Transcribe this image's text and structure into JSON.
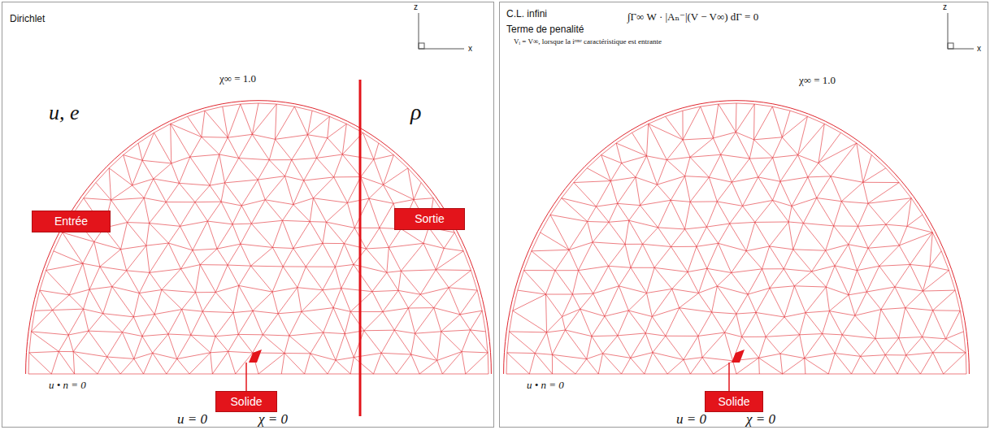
{
  "diagram": {
    "nodes": [
      {
        "text": [
          "Dirichlet"
        ]
      },
      {
        "text": [
          "Entrée"
        ],
        "in": 0
      },
      {
        "text": [
          "Sortie"
        ],
        "in": 0
      },
      {
        "text": [
          "Solide"
        ],
        "in": 0
      },
      {
        "text": [
          "C.L. infini",
          "Terme de penalité"
        ]
      },
      {
        "text": [
          "Solide"
        ],
        "in": 4
      }
    ],
    "labels": [
      "χ∞ = 1.0",
      "u, e",
      "ρ",
      "u • n = 0",
      "u = 0",
      "χ = 0",
      "z",
      "x",
      "∫Γ∞ W · |Aₙ⁻|(V − V∞) dΓ = 0",
      "Vᵢ = V∞, lorsque la iᵉᵐᵉ caractéristique est entrante",
      "χ∞ = 1.0",
      "u • n = 0",
      "u = 0",
      "χ = 0",
      "z",
      "x"
    ]
  }
}
